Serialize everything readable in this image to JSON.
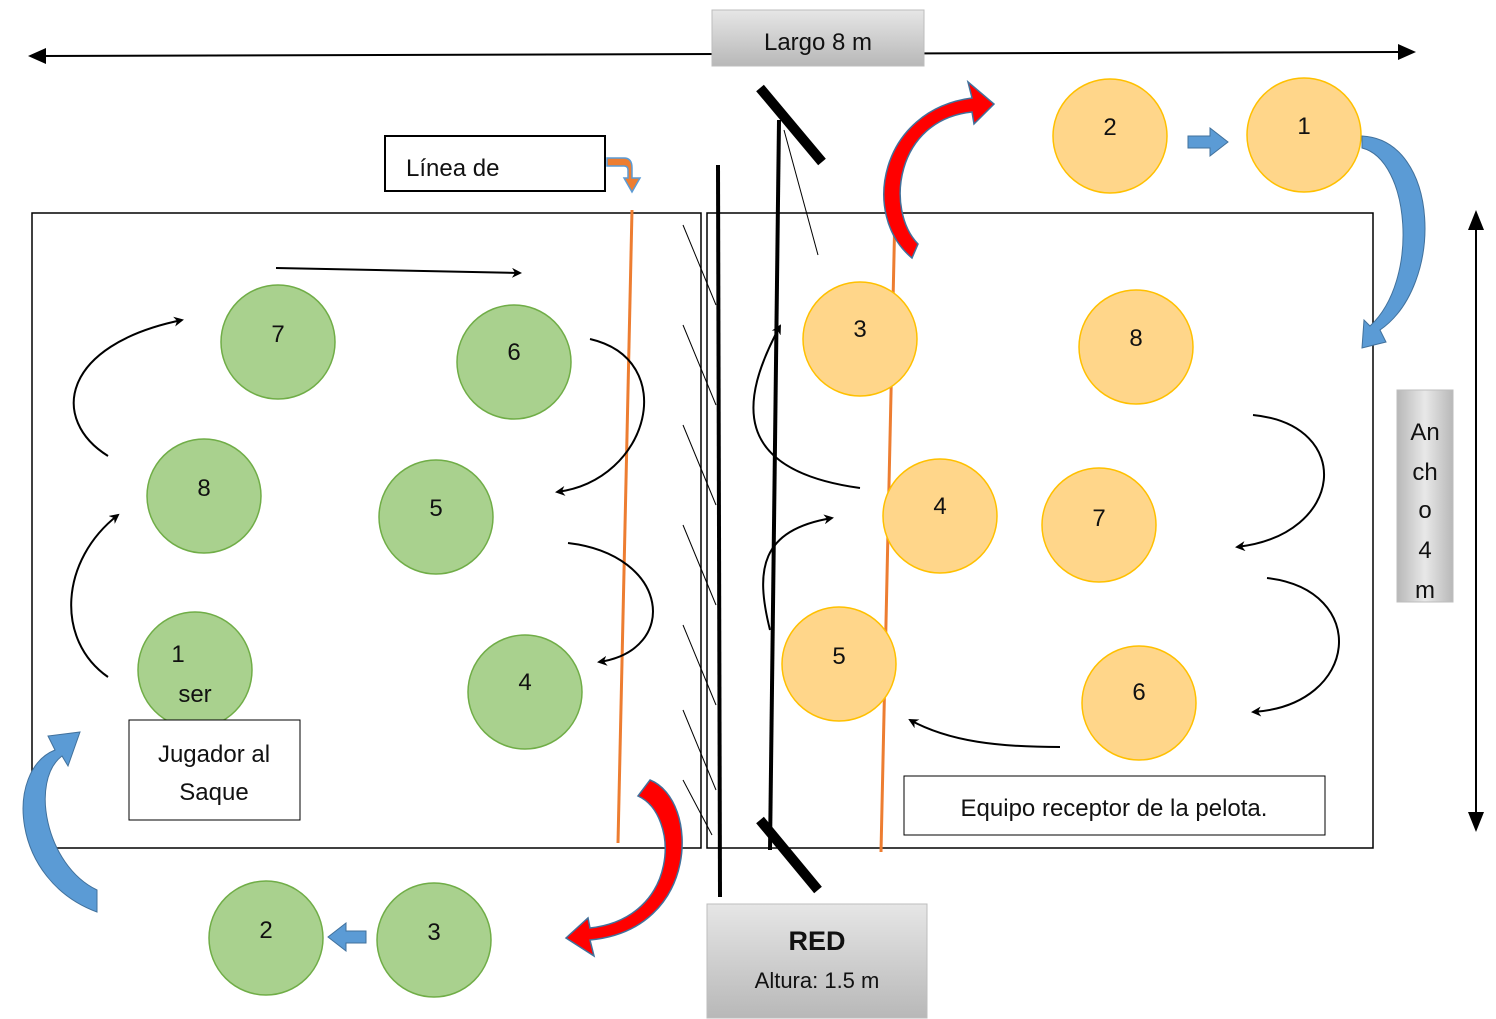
{
  "length_label": "Largo 8 m",
  "width_label": [
    "An",
    "ch",
    "o",
    "4",
    "m"
  ],
  "line_label": "Línea de",
  "server_caption": [
    "Jugador al",
    "Saque"
  ],
  "receiving_caption": "Equipo receptor de la pelota.",
  "net": {
    "title": "RED",
    "height": "Altura: 1.5 m"
  },
  "team_green": {
    "fill": "#a9d18e",
    "stroke": "#70ad47",
    "players": [
      {
        "number": "7"
      },
      {
        "number": "6"
      },
      {
        "number": "8"
      },
      {
        "number": "5"
      },
      {
        "number": "1",
        "sub": "ser"
      },
      {
        "number": "4"
      },
      {
        "number": "2"
      },
      {
        "number": "3"
      }
    ]
  },
  "team_orange": {
    "fill": "#ffd68a",
    "stroke": "#ffc000",
    "players": [
      {
        "number": "2"
      },
      {
        "number": "1"
      },
      {
        "number": "3"
      },
      {
        "number": "8"
      },
      {
        "number": "4"
      },
      {
        "number": "7"
      },
      {
        "number": "5"
      },
      {
        "number": "6"
      }
    ]
  },
  "colors": {
    "attack_line": "#ed7d31",
    "blue_arrow": "#5b9bd5",
    "red_arrow": "#ff0000",
    "label_box": "#d0d0d0"
  }
}
